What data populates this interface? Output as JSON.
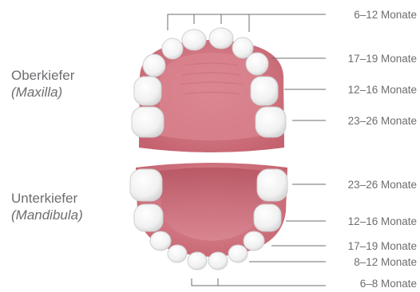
{
  "upper_jaw": {
    "name": "Oberkiefer",
    "latin": "(Maxilla)"
  },
  "lower_jaw": {
    "name": "Unterkiefer",
    "latin": "(Mandibula)"
  },
  "upper_ages": [
    "6–12 Monate",
    "17–19 Monate",
    "12–16 Monate",
    "23–26 Monate"
  ],
  "lower_ages": [
    "23–26 Monate",
    "12–16 Monate",
    "17–19 Monate",
    "8–12 Monate",
    "6–8 Monate"
  ],
  "colors": {
    "gum": "#c86a78",
    "palate": "#d8848f",
    "tooth": "#f4f4f4",
    "line": "#6d6e71",
    "text": "#6d6e71"
  }
}
